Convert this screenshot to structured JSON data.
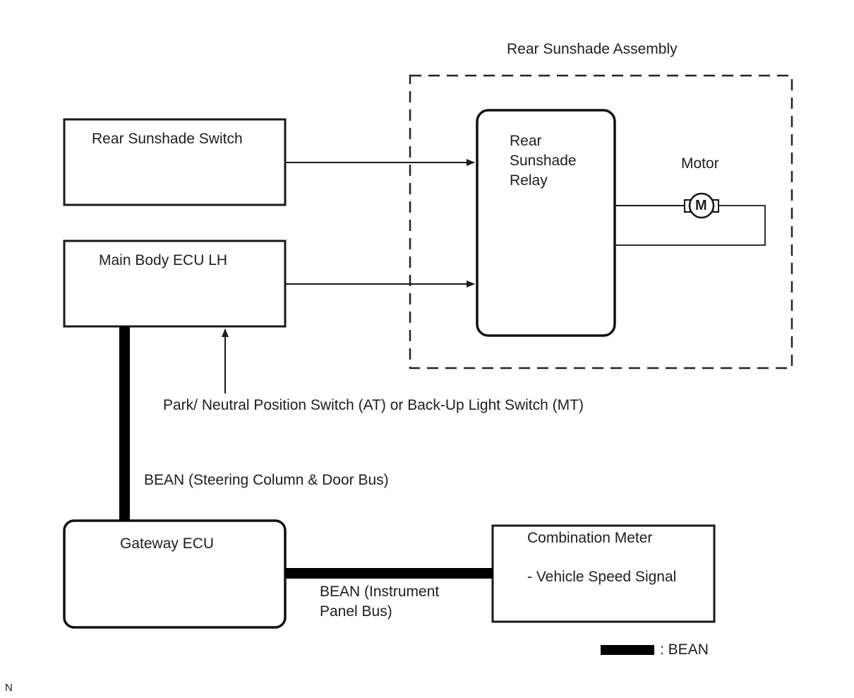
{
  "diagram": {
    "assembly": {
      "title": "Rear Sunshade Assembly"
    },
    "components": {
      "rear_sunshade_switch": "Rear Sunshade Switch",
      "main_body_ecu": "Main Body ECU LH",
      "relay": [
        "Rear",
        "Sunshade",
        "Relay"
      ],
      "motor_label": "Motor",
      "motor_symbol": "M",
      "gateway_ecu": "Gateway ECU",
      "combination_meter": "Combination Meter",
      "combination_meter_signal": "- Vehicle Speed Signal"
    },
    "signals": {
      "park_neutral": "Park/ Neutral Position Switch (AT) or Back-Up Light Switch (MT)",
      "bean_steering": "BEAN (Steering Column & Door Bus)",
      "bean_instrument": [
        "BEAN (Instrument",
        "Panel Bus)"
      ]
    },
    "legend": {
      "label": ": BEAN"
    },
    "footer_code": "N"
  }
}
